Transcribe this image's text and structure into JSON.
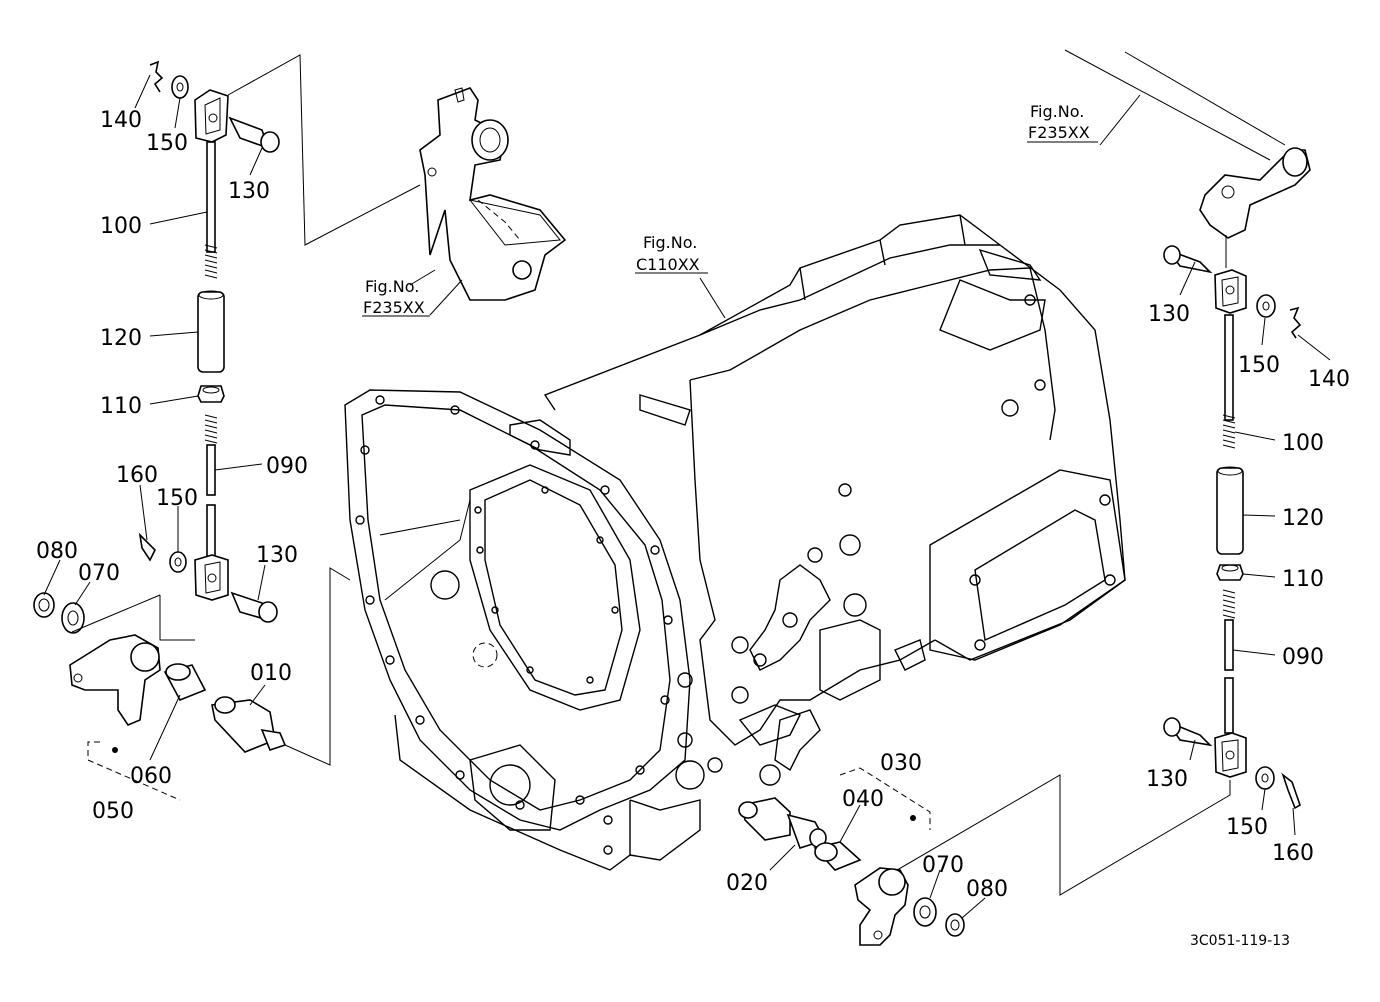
{
  "figure_code": "3C051-119-13",
  "refs": {
    "left_upper": [
      "Fig.No.",
      "F235XX"
    ],
    "center": [
      "Fig.No.",
      "C110XX"
    ],
    "right_upper": [
      "Fig.No.",
      "F235XX"
    ]
  },
  "left_labels": {
    "p140": "140",
    "p150a": "150",
    "p130a": "130",
    "p100": "100",
    "p120": "120",
    "p110": "110",
    "p090": "090",
    "p160": "160",
    "p150b": "150",
    "p130b": "130",
    "p080": "080",
    "p070": "070",
    "p010": "010",
    "p060": "060",
    "p050": "050"
  },
  "right_labels": {
    "p130a": "130",
    "p150a": "150",
    "p140": "140",
    "p100": "100",
    "p120": "120",
    "p110": "110",
    "p090": "090",
    "p130b": "130",
    "p150b": "150",
    "p160": "160",
    "p030": "030",
    "p040": "040",
    "p020": "020",
    "p070": "070",
    "p080": "080"
  }
}
